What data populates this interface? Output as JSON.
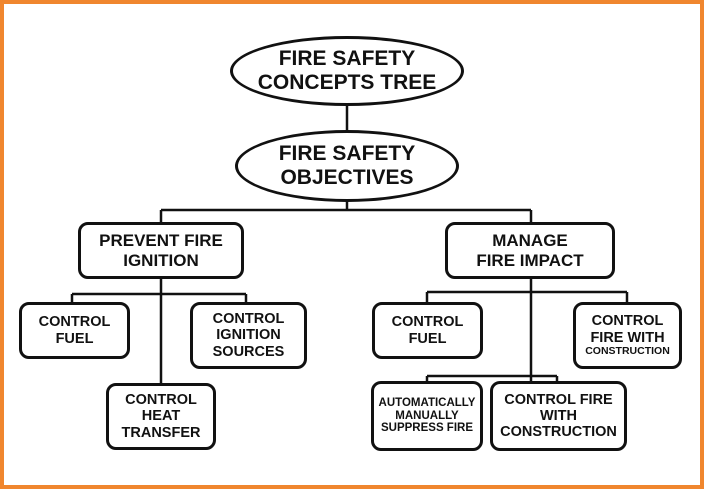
{
  "colors": {
    "frame": "#f0862e",
    "ink": "#111111",
    "background": "#ffffff"
  },
  "root": {
    "line1": "FIRE SAFETY",
    "line2": "CONCEPTS TREE"
  },
  "objectives": {
    "line1": "FIRE SAFETY",
    "line2": "OBJECTIVES"
  },
  "prevent": {
    "line1": "PREVENT FIRE",
    "line2": "IGNITION",
    "control_fuel": {
      "line1": "CONTROL",
      "line2": "FUEL"
    },
    "control_ignition": {
      "line1": "CONTROL",
      "line2": "IGNITION",
      "line3": "SOURCES"
    },
    "control_heat": {
      "line1": "CONTROL",
      "line2": "HEAT",
      "line3": "TRANSFER"
    }
  },
  "manage": {
    "line1": "MANAGE",
    "line2": "FIRE IMPACT",
    "control_fuel": {
      "line1": "CONTROL",
      "line2": "FUEL"
    },
    "control_fire_construction_a": {
      "line1": "CONTROL",
      "line2": "FIRE WITH",
      "line3": "CONSTRUCTION"
    },
    "suppress": {
      "line1": "AUTOMATICALLY",
      "line2": "MANUALLY",
      "line3": "SUPPRESS FIRE"
    },
    "control_fire_construction_b": {
      "line1": "CONTROL FIRE",
      "line2": "WITH",
      "line3": "CONSTRUCTION"
    }
  }
}
